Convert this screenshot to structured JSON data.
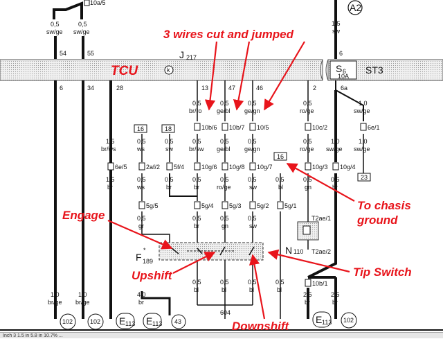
{
  "top": {
    "fuse_ref": "10a/5",
    "ground_ref": "A2",
    "w1_size": "0,5",
    "w1_color": "sw/ge",
    "w2_size": "0,5",
    "w2_color": "sw/ge",
    "w3_size": "1,5",
    "w3_color": "sw",
    "pin54": "54",
    "pin55": "55",
    "pin6": "6"
  },
  "component": {
    "ref": "J",
    "sub": "217",
    "label": "TCU",
    "k": "k",
    "relay_ref": "S",
    "relay_sub": "6",
    "relay_amp": "10A",
    "st3": "ST3"
  },
  "pins_below": [
    "6",
    "34",
    "28",
    "13",
    "47",
    "46",
    "2",
    "6a"
  ],
  "annotations": {
    "cut": "3 wires cut and jumped",
    "chassis": "To chasis\nground",
    "engage": "Engage",
    "upshift": "Upshift",
    "downshift": "Downshift",
    "tip": "Tip Switch"
  },
  "wires": {
    "r1": [
      {
        "s": "0,5",
        "c": "br/ro"
      },
      {
        "s": "0,5",
        "c": "ge/bl"
      },
      {
        "s": "0,5",
        "c": "ge/gn"
      },
      {
        "s": "0,5",
        "c": "ro/ge"
      },
      {
        "s": "1,0",
        "c": "sw/ge"
      }
    ],
    "conn1": [
      "10b/6",
      "10b/7",
      "10/5",
      "10c/2",
      "6e/1"
    ],
    "r2": [
      {
        "s": "1,5",
        "c": "br/ws"
      },
      {
        "s": "0,5",
        "c": "ws"
      },
      {
        "s": "0,5",
        "c": "sw"
      },
      {
        "s": "0,5",
        "c": "br/sw"
      },
      {
        "s": "0,5",
        "c": "ge/bl"
      },
      {
        "s": "0,5",
        "c": "ge/gn"
      },
      {
        "s": "0,5",
        "c": "ro/ge"
      },
      {
        "s": "1,0",
        "c": "sw/ge"
      },
      {
        "s": "1,0",
        "c": "sw/ge"
      }
    ],
    "conn2": [
      "6e/5",
      "2af/2",
      "5f/4",
      "10g/6",
      "10g/8",
      "10g/7",
      "10g/3",
      "10g/4"
    ],
    "r3": [
      {
        "s": "1,5",
        "c": "br"
      },
      {
        "s": "0,5",
        "c": "ws"
      },
      {
        "s": "0,5",
        "c": "br"
      },
      {
        "s": "0,5",
        "c": "br"
      },
      {
        "s": "0,5",
        "c": "ro/ge"
      },
      {
        "s": "0,5",
        "c": "sw"
      },
      {
        "s": "0,5",
        "c": "bl"
      },
      {
        "s": "0,5",
        "c": "gn"
      },
      {
        "s": "0,5",
        "c": "br"
      }
    ],
    "conn3": [
      "5g/5",
      "5g/4",
      "5g/3",
      "5g/2",
      "5g/1"
    ],
    "r4": [
      {
        "s": "0,5",
        "c": "gr"
      },
      {
        "s": "0,5",
        "c": "br"
      },
      {
        "s": "0,5",
        "c": "gn"
      },
      {
        "s": "0,5",
        "c": "sw"
      }
    ],
    "r5": [
      {
        "s": "1,0",
        "c": "br/ge"
      },
      {
        "s": "1,0",
        "c": "br/ge"
      },
      {
        "s": "4,0",
        "c": "br"
      },
      {
        "s": "0,5",
        "c": "bl"
      },
      {
        "s": "0,5",
        "c": "bl"
      },
      {
        "s": "0,5",
        "c": "bl"
      },
      {
        "s": "0,5",
        "c": "bl"
      },
      {
        "s": "2,5",
        "c": "br"
      },
      {
        "s": "2,5",
        "c": "br"
      }
    ]
  },
  "boxes": {
    "b16a": "16",
    "b18": "18",
    "b16b": "16",
    "b23": "23"
  },
  "parts": {
    "f_ref": "F",
    "f_sub": "189",
    "n_ref": "N",
    "n_sub": "110",
    "t2ae1": "T2ae/1",
    "t2ae2": "T2ae/2",
    "t10b1": "10b/1"
  },
  "grounds": {
    "g102a": "102",
    "g102b": "102",
    "e113a": "E",
    "e113a_sub": "113",
    "e113b": "E",
    "e113b_sub": "113",
    "g43": "43",
    "g604": "604",
    "e113c": "E",
    "e113c_sub": "113",
    "g102c": "102"
  },
  "status": {
    "text": "Inch  3  1.5 in  5.8 in  10.7%  ..."
  },
  "colors": {
    "annotation": "#e8141b",
    "component_fill": "#dcdcdc",
    "line": "#111111"
  }
}
